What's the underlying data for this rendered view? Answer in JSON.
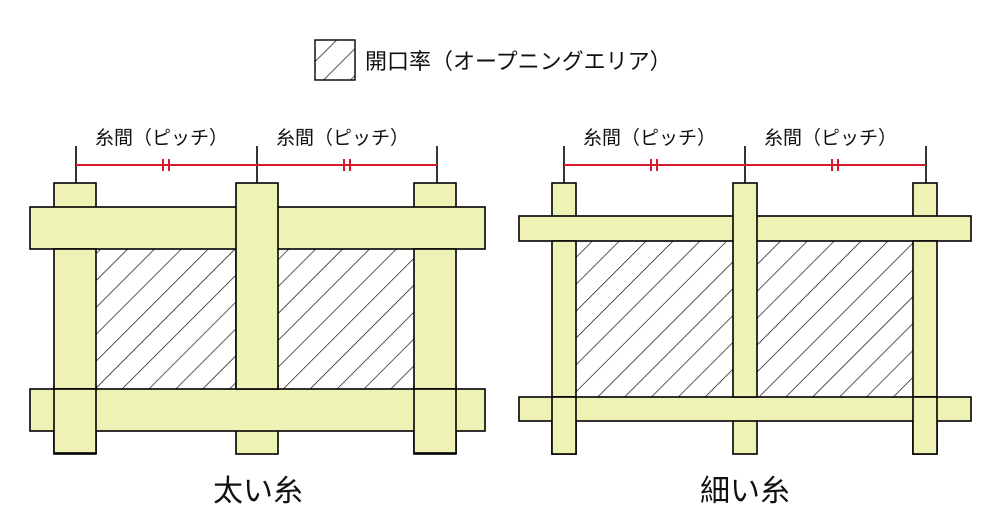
{
  "legend": {
    "label": "開口率（オープニングエリア）",
    "icon": "hatched-square-icon"
  },
  "colors": {
    "thread_fill": "#eef2b4",
    "outline": "#000000",
    "pitch_dimension": "#d61a2a"
  },
  "panels": [
    {
      "caption": "太い糸",
      "pitch_labels": [
        "糸間（ピッチ）",
        "糸間（ピッチ）"
      ]
    },
    {
      "caption": "細い糸",
      "pitch_labels": [
        "糸間（ピッチ）",
        "糸間（ピッチ）"
      ]
    }
  ]
}
